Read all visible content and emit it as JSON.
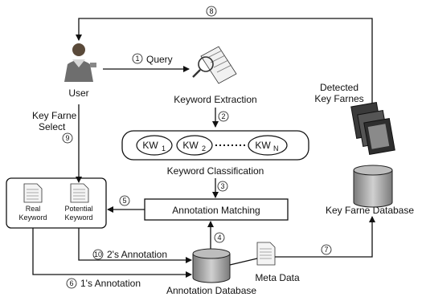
{
  "diagram": {
    "nodes": {
      "user": "User",
      "key_frame_select_1": "Key Farne",
      "key_frame_select_2": "Select",
      "keyword_extraction": "Keyword Extraction",
      "kw1": "KW",
      "kw1_sub": "1",
      "kw2": "KW",
      "kw2_sub": "2",
      "kwn": "KW",
      "kwn_sub": "N",
      "keyword_classification": "Keyword Classification",
      "annotation_matching": "Annotation Matching",
      "real_keyword_1": "Real",
      "real_keyword_2": "Keyword",
      "potential_keyword_1": "Potential",
      "potential_keyword_2": "Keyword",
      "annotation_database": "Annotation Database",
      "meta_data": "Meta Data",
      "detected_key_frames_1": "Detected",
      "detected_key_frames_2": "Key Farnes",
      "key_frame_database": "Key Farne Database"
    },
    "edges": {
      "e1_num": "1",
      "e1_label": "Query",
      "e2_num": "2",
      "e3_num": "3",
      "e4_num": "4",
      "e5_num": "5",
      "e6_num": "6",
      "e6_label": "1's Annotation",
      "e7_num": "7",
      "e8_num": "8",
      "e9_num": "9",
      "e10_num": "10",
      "e10_label": "2's Annotation"
    }
  }
}
